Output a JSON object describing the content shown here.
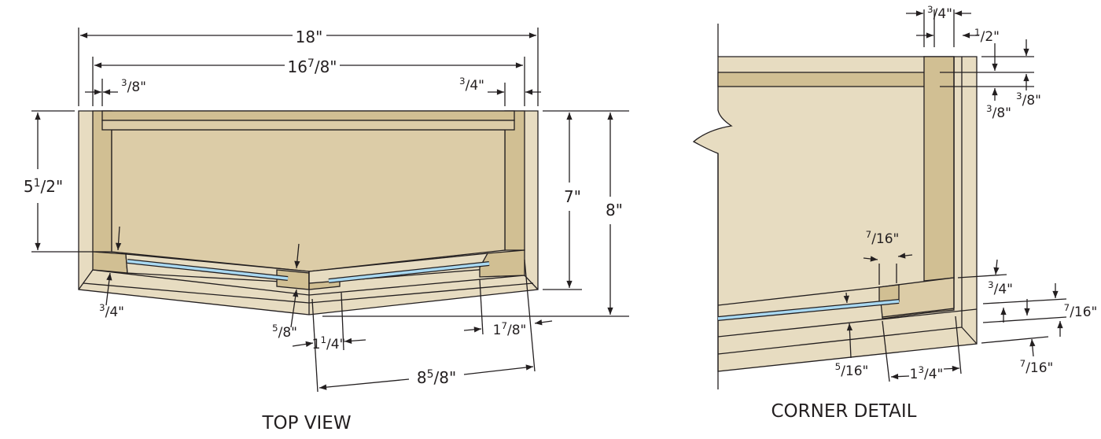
{
  "colors": {
    "light": "#e7dcc1",
    "mid": "#dccca7",
    "dark": "#d1bf93",
    "glass": "#a9d9f2",
    "line": "#231f20"
  },
  "top_view": {
    "caption": "TOP VIEW",
    "dims": {
      "width_overall": "18\"",
      "width_inner": "16 7/8\"",
      "side_left": "3/8\"",
      "side_right": "3/4\"",
      "depth_left": "5 1/2\"",
      "depth_inner": "7\"",
      "depth_overall": "8\"",
      "front_left": "3/4\"",
      "front_center": "5/8\"",
      "center_offset": "1 1/4\"",
      "right_offset": "1 7/8\"",
      "front_width": "8 5/8\""
    }
  },
  "corner_detail": {
    "caption": "CORNER DETAIL",
    "dims": {
      "top_width": "3/4\"",
      "top_half": "1/2\"",
      "top_3_8": "3/8\"",
      "groove": "7/16\"",
      "right_3_4": "3/4\"",
      "right_7_16_a": "7/16\"",
      "right_7_16_b": "7/16\"",
      "glass": "5/16\"",
      "bottom_width": "1 3/4\""
    }
  }
}
